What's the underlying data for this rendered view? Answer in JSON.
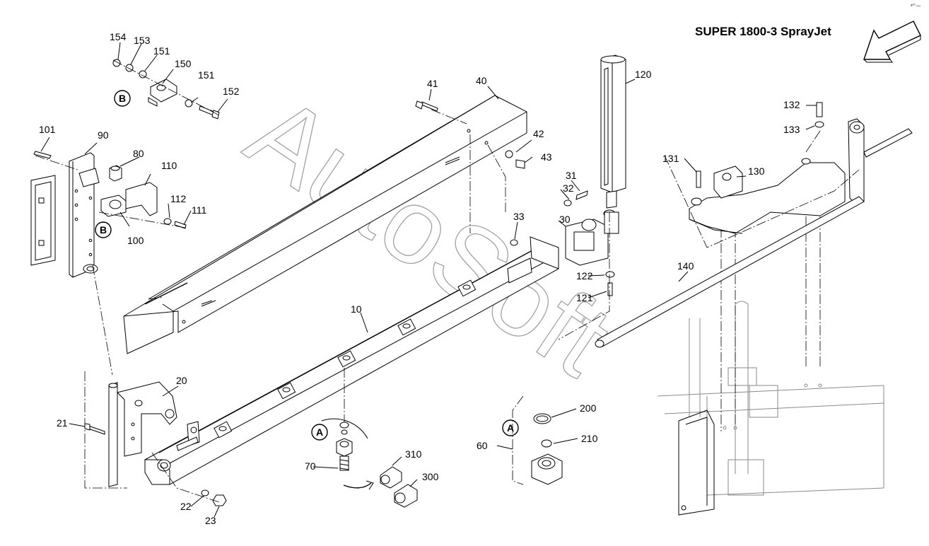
{
  "header": {
    "title": "SUPER 1800-3 SprayJet",
    "corner_mark": "s⁰⁰ ₀₀₀"
  },
  "watermark": {
    "text": "AutoSoft"
  },
  "view_markers": {
    "a": "A",
    "b": "B"
  },
  "part_numbers": [
    "154",
    "153",
    "151",
    "150",
    "151",
    "152",
    "101",
    "90",
    "80",
    "110",
    "112",
    "111",
    "100",
    "41",
    "40",
    "42",
    "43",
    "31",
    "32",
    "30",
    "33",
    "120",
    "122",
    "121",
    "10",
    "20",
    "21",
    "22",
    "23",
    "70",
    "310",
    "300",
    "60",
    "200",
    "210",
    "132",
    "133",
    "131",
    "130",
    "140"
  ],
  "colors": {
    "line": "#000000",
    "watermark": "#555555",
    "background_parts": "#8a8a8a"
  }
}
